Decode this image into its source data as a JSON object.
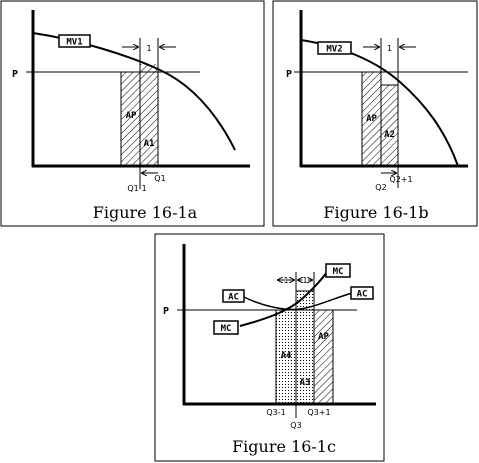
{
  "figures": {
    "a": {
      "caption": "Figure 16-1a",
      "curve_label": "MV1",
      "price_label": "P",
      "delta_label": "1",
      "area_ap": "AP",
      "area_extra": "A1",
      "tick_left": "Q1-1",
      "tick_right": "Q1"
    },
    "b": {
      "caption": "Figure 16-1b",
      "curve_label": "MV2",
      "price_label": "P",
      "delta_label": "1",
      "area_ap": "AP",
      "area_extra": "A2",
      "tick_left": "Q2",
      "tick_right": "Q2+1"
    },
    "c": {
      "caption": "Figure 16-1c",
      "price_label": "P",
      "mc_label_top": "MC",
      "mc_label_bottom": "MC",
      "ac_label_left": "AC",
      "ac_label_right": "AC",
      "delta_left": "1",
      "delta_right": "1",
      "area_a4": "A4",
      "area_a3": "A3",
      "area_ap": "AP",
      "tick_left": "Q3-1",
      "tick_mid": "Q3",
      "tick_right": "Q3+1"
    }
  }
}
